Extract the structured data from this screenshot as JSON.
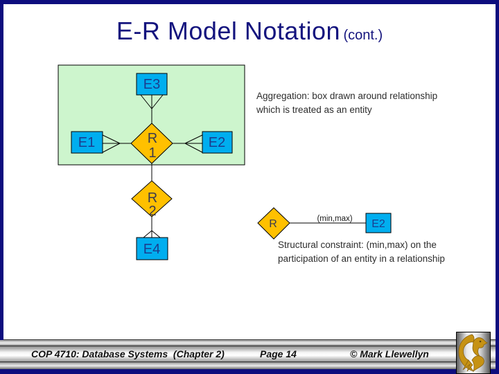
{
  "title": {
    "main": "E-R Model Notation",
    "suffix": "(cont.)"
  },
  "diagram": {
    "entities": {
      "e1": "E1",
      "e2": "E2",
      "e3": "E3",
      "e4": "E4",
      "e2_right": "E2"
    },
    "relationships": {
      "r1": [
        "R",
        "1"
      ],
      "r2": [
        "R",
        "2"
      ],
      "r_right": "R"
    },
    "minmax_label": "(min,max)",
    "notes": {
      "aggregation": [
        "Aggregation: box drawn around relationship",
        "which is treated as an entity"
      ],
      "structural": [
        "Structural constraint: (min,max) on the",
        "participation of an entity in a relationship"
      ]
    }
  },
  "colors": {
    "slide_border": "#0D0D7E",
    "title_text": "#14147E",
    "entity_fill": "#00AEEF",
    "entity_label": "#1B3D8F",
    "relationship_fill": "#FFC000",
    "relationship_label": "#3A3A4E",
    "aggregation_fill": "#CDF5CD",
    "shape_stroke": "#000000",
    "minmax_text": "#1A1A1A",
    "note_text": "#2D2D2D",
    "logo_gold": "#C69214",
    "logo_gold_dark": "#8A6310"
  },
  "footer": {
    "course": "COP 4710: Database Systems  (Chapter 2)",
    "page": "Page 14",
    "copyright": "© Mark Llewellyn",
    "logo": "ucf-pegasus-logo"
  }
}
